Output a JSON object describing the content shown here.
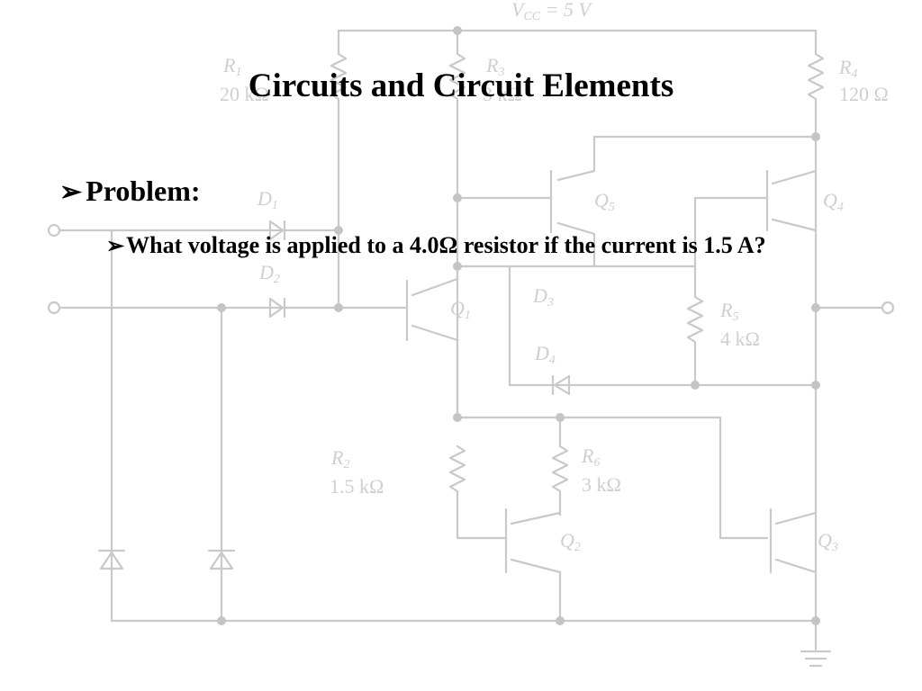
{
  "slide": {
    "title": "Circuits and Circuit Elements",
    "bullet_1": "Problem:",
    "bullet_2": "What voltage is applied to a 4.0Ω resistor if the current is 1.5 A?",
    "bullet_marker": "➢",
    "text_color": "#000000",
    "background_color": "#ffffff"
  },
  "diagram": {
    "line_color": "#c9c9c9",
    "labels": {
      "vcc": "= 5 V",
      "r1_value": "20 kΩ",
      "r3_value": "3 kΩ",
      "r4_value": "120 Ω",
      "r5_value": "4 kΩ",
      "r2_value": "1.5 kΩ",
      "r6_value": "3 kΩ"
    }
  }
}
